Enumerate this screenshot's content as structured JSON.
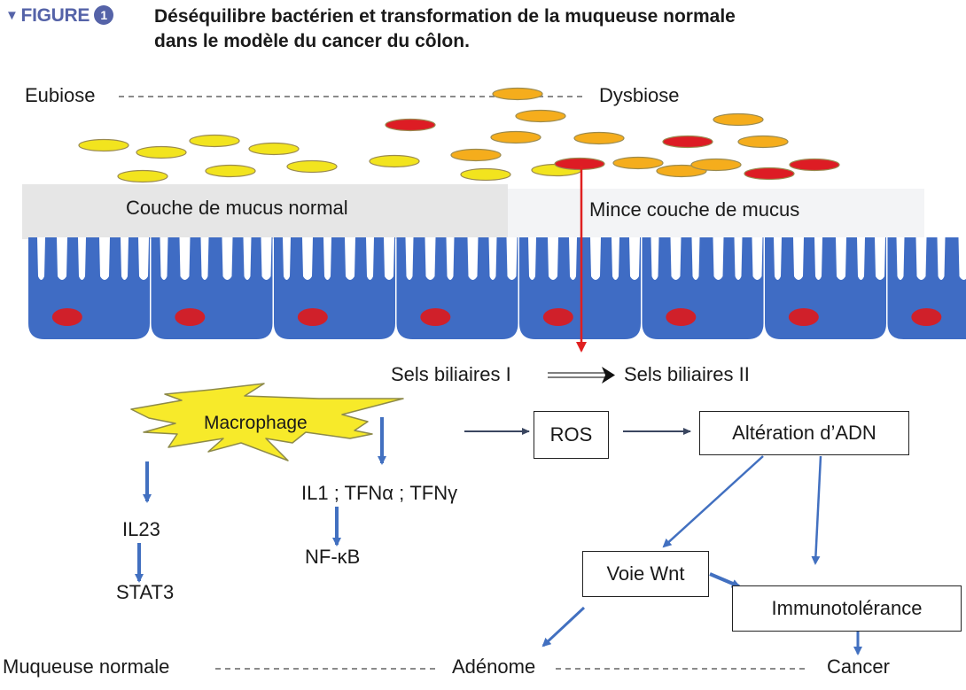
{
  "figure": {
    "label": "FIGURE",
    "number": "1",
    "title_line1": "Déséquilibre bactérien et transformation de la muqueuse normale",
    "title_line2": "dans le modèle du cancer du côlon.",
    "accent_color": "#5563a8"
  },
  "axis_top": {
    "left": "Eubiose",
    "right": "Dysbiose"
  },
  "mucus": {
    "normal": "Couche de mucus normal",
    "thin": "Mince couche de mucus"
  },
  "bile_salts": {
    "from": "Sels biliaires I",
    "connector": "====",
    "to": "Sels biliaires II"
  },
  "nodes": {
    "macrophage": "Macrophage",
    "il23": "IL23",
    "stat3": "STAT3",
    "cytokines": "IL1 ; TFNα ; TFNγ",
    "nfkb": "NF-κB",
    "ros": "ROS",
    "dna": "Altération d’ADN",
    "wnt": "Voie Wnt",
    "immuno": "Immunotolérance"
  },
  "axis_bottom": {
    "left": "Muqueuse normale",
    "middle": "Adénome",
    "right": "Cancer"
  },
  "colors": {
    "cell_blue": "#3f6cc4",
    "nucleus_red": "#d0202a",
    "bacteria_yellow": "#f2e41e",
    "bacteria_orange": "#f5ad1c",
    "bacteria_red": "#dd1c24",
    "arrow_blue": "#4270c0",
    "arrow_dark": "#3a4660",
    "bile_arrow_red": "#e02020",
    "mucus_grey": "#e6e6e6",
    "mucus_thin": "#f3f4f6",
    "macrophage_yellow": "#f7ea2a"
  }
}
